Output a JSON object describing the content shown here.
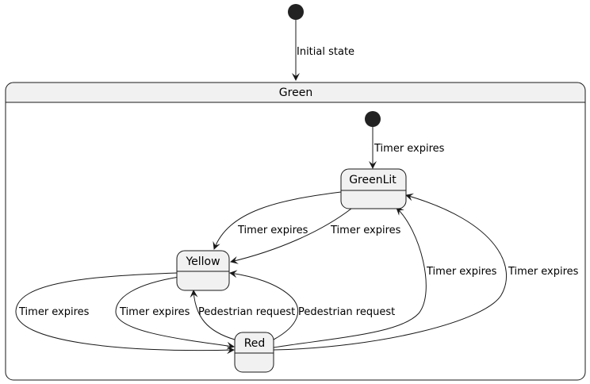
{
  "diagram": {
    "composite_state": {
      "name": "Green"
    },
    "states": {
      "green_lit": "GreenLit",
      "yellow": "Yellow",
      "red": "Red"
    },
    "transitions": {
      "initial_outer": "Initial state",
      "initial_inner": "Timer expires",
      "greenlit_to_yellow_a": "Timer expires",
      "greenlit_to_yellow_b": "Timer expires",
      "red_to_greenlit_a": "Timer expires",
      "red_to_greenlit_b": "Timer expires",
      "yellow_to_red_a": "Timer expires",
      "yellow_to_red_b": "Timer expires",
      "red_to_yellow_a": "Pedestrian request",
      "red_to_yellow_b": "Pedestrian request"
    },
    "colors": {
      "state_fill": "#f1f1f1",
      "stroke": "#181818",
      "initial_dot": "#222222"
    }
  }
}
